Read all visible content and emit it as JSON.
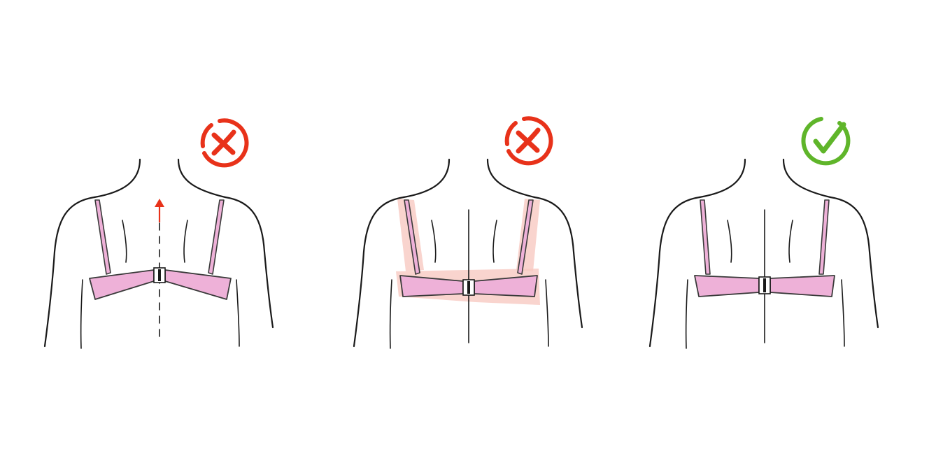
{
  "colors": {
    "band": "#eeb1d8",
    "outline": "#1a1a1a",
    "wrong": "#e8321a",
    "correct": "#5fb52a",
    "irritation": "#f7c9c2",
    "arrow": "#e8321a"
  },
  "panels": [
    {
      "id": "band-riding-up",
      "verdict": "wrong",
      "badge_icon": "cross-circle-icon",
      "shows_arrow": true,
      "shows_irritation": false
    },
    {
      "id": "straps-and-band-digging-in",
      "verdict": "wrong",
      "badge_icon": "cross-circle-icon",
      "shows_arrow": false,
      "shows_irritation": true
    },
    {
      "id": "correct-fit",
      "verdict": "correct",
      "badge_icon": "check-circle-icon",
      "shows_arrow": false,
      "shows_irritation": false
    }
  ]
}
